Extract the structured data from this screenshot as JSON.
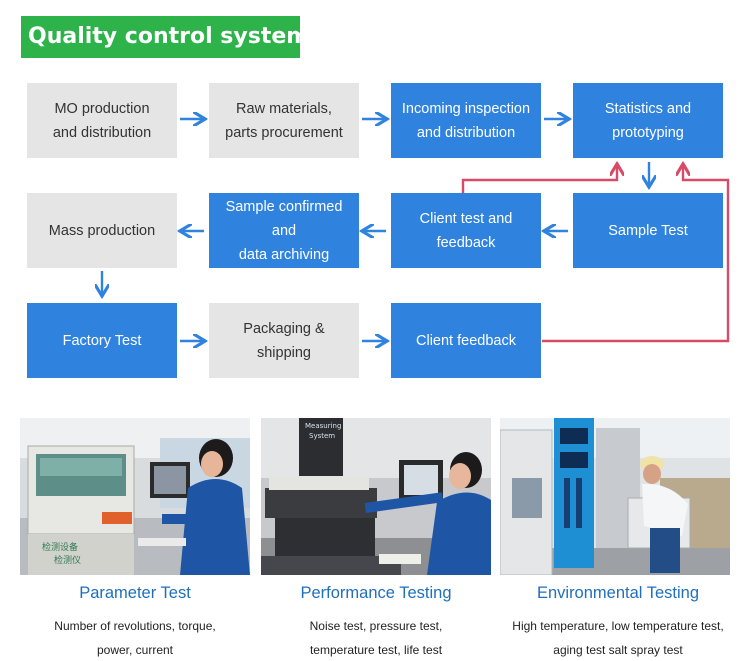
{
  "title": "Quality control system",
  "colors": {
    "title_bg": "#2db34a",
    "gray_box": "#e5e5e5",
    "blue_box": "#2f83de",
    "arrow": "#2f83de",
    "feedback_line": "#d84b66",
    "caption_title": "#1f6fbd"
  },
  "flow": {
    "mo_production": [
      "MO production",
      "and distribution"
    ],
    "raw_materials": [
      "Raw materials,",
      "parts procurement"
    ],
    "incoming_inspection": [
      "Incoming inspection",
      "and distribution"
    ],
    "statistics": [
      "Statistics and",
      "prototyping"
    ],
    "mass_production": [
      "Mass production"
    ],
    "sample_confirmed": [
      "Sample confirmed and",
      "data archiving"
    ],
    "client_test": [
      "Client test and",
      "feedback"
    ],
    "sample_test": [
      "Sample Test"
    ],
    "factory_test": [
      "Factory Test"
    ],
    "packaging": [
      "Packaging & shipping"
    ],
    "client_feedback": [
      "Client feedback"
    ]
  },
  "tests": [
    {
      "title": "Parameter Test",
      "lines": [
        "Number of revolutions, torque,",
        "power, current"
      ],
      "photo_text": [
        "检测设备",
        "检测仪"
      ]
    },
    {
      "title": "Performance Testing",
      "lines": [
        "Noise test, pressure test,",
        "temperature test, life test"
      ],
      "photo_text": [
        "Measuring",
        "System"
      ]
    },
    {
      "title": "Environmental Testing",
      "lines": [
        "High temperature, low temperature test,",
        "aging test salt spray test"
      ],
      "photo_text": []
    }
  ]
}
